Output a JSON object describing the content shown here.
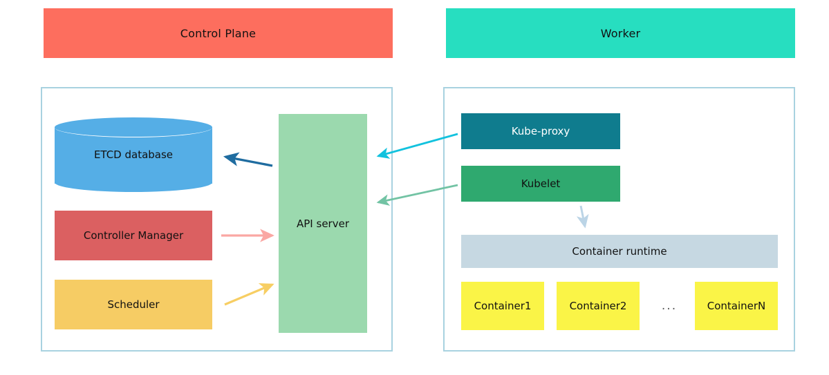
{
  "diagram": {
    "title_control_plane": "Control Plane",
    "title_worker": "Worker",
    "ellipsis": "...",
    "colors": {
      "control_plane_banner": "#FD6E5E",
      "worker_banner": "#27DEC0",
      "panel_border": "#A8D2E0",
      "etcd": "#55AEE6",
      "controller_manager": "#DB6061",
      "scheduler": "#F6CC64",
      "api_server": "#9BD9AE",
      "kube_proxy": "#0F7C8E",
      "kubelet": "#2FA96F",
      "container_runtime": "#C6D8E2",
      "container": "#FAF447"
    }
  },
  "control_plane": {
    "etcd": "ETCD database",
    "controller_manager": "Controller Manager",
    "scheduler": "Scheduler",
    "api_server": "API server"
  },
  "worker": {
    "kube_proxy": "Kube-proxy",
    "kubelet": "Kubelet",
    "container_runtime": "Container runtime",
    "containers": [
      "Container1",
      "Container2",
      "ContainerN"
    ]
  },
  "arrows": [
    {
      "name": "api-server-to-etcd",
      "color": "#1F6CA0",
      "from": "API server",
      "to": "ETCD database"
    },
    {
      "name": "controller-manager-to-api-server",
      "color": "#FAA7A3",
      "from": "Controller Manager",
      "to": "API server"
    },
    {
      "name": "scheduler-to-api-server",
      "color": "#F7CE63",
      "from": "Scheduler",
      "to": "API server"
    },
    {
      "name": "kube-proxy-to-api-server",
      "color": "#12C2DE",
      "from": "Kube-proxy",
      "to": "API server"
    },
    {
      "name": "kubelet-to-api-server",
      "color": "#72C3A4",
      "from": "Kubelet",
      "to": "API server"
    },
    {
      "name": "kubelet-to-container-runtime",
      "color": "#BBD4E6",
      "from": "Kubelet",
      "to": "Container runtime"
    }
  ]
}
